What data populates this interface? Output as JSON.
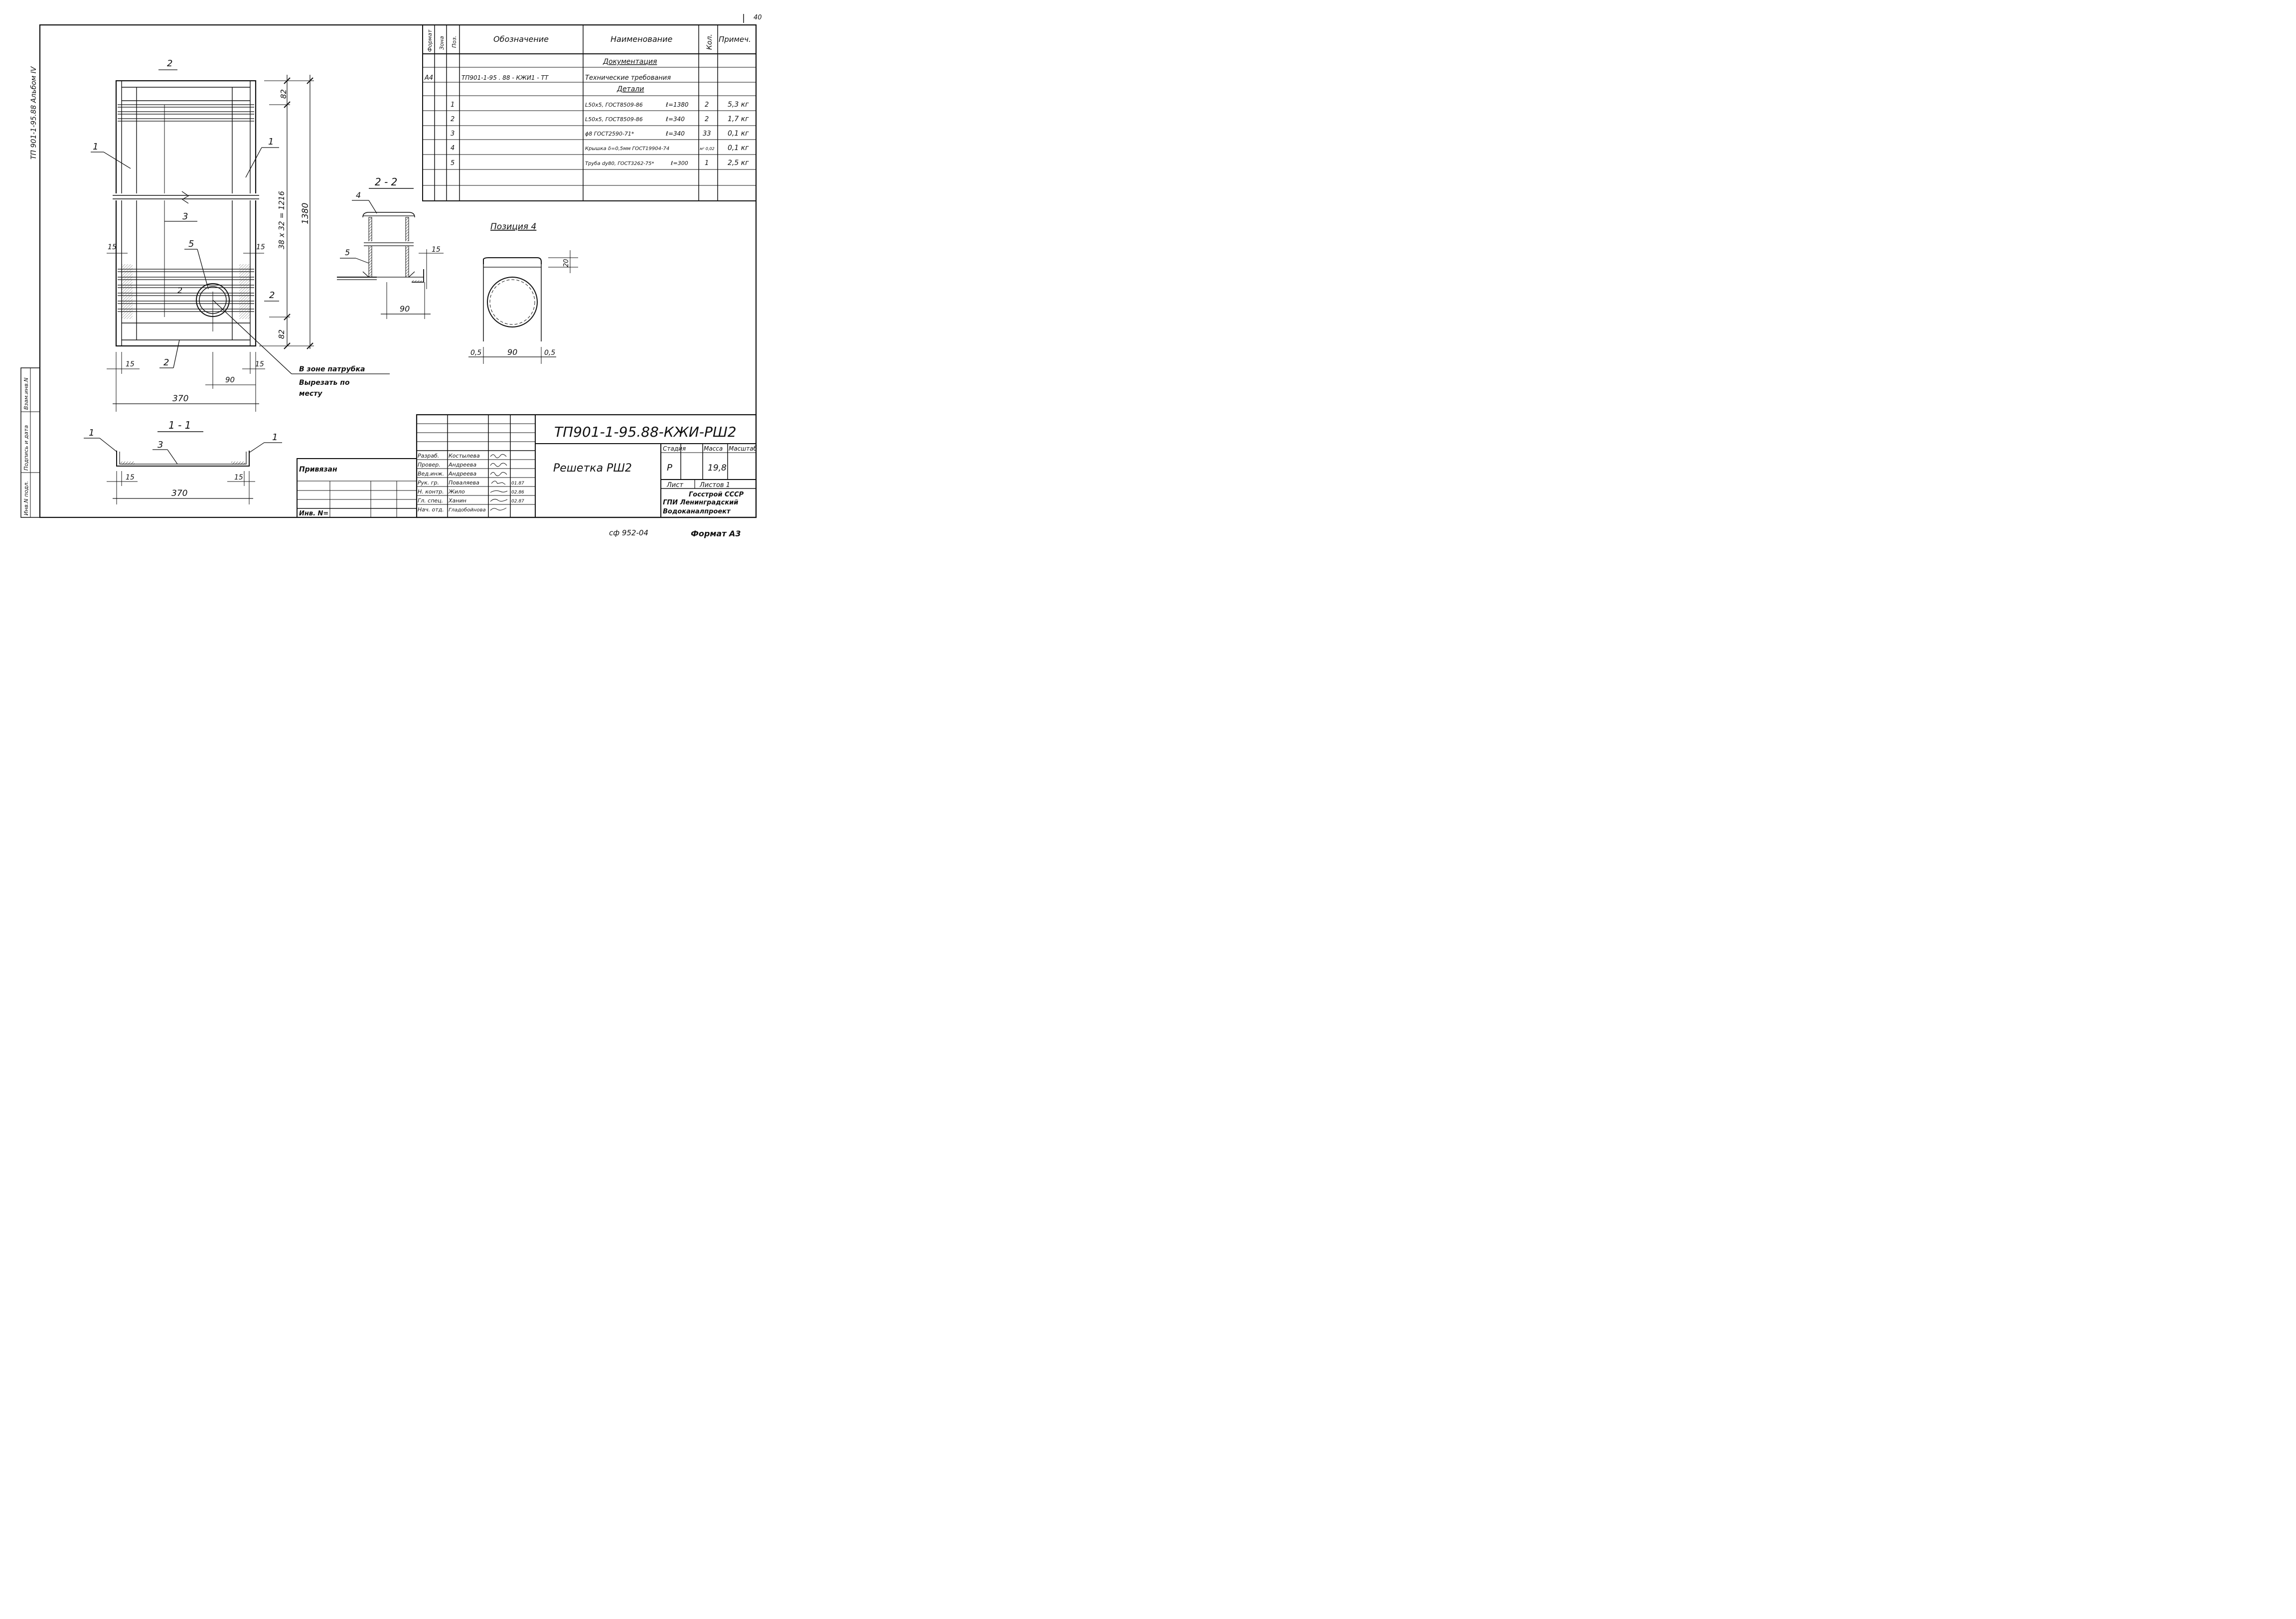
{
  "page_number": "40",
  "side_label": "ТП 901-1-95.88 Альбом IV",
  "spec_table": {
    "headers": [
      "Формат",
      "Зона",
      "Поз.",
      "Обозначение",
      "Наименование",
      "Кол.",
      "Примеч."
    ],
    "section_doc": "Документация",
    "doc_row": {
      "format": "А4",
      "designation": "ТП901-1-95 . 88 - КЖИ1 - ТТ",
      "name": "Технические требования"
    },
    "section_parts": "Детали",
    "rows": [
      {
        "pos": "1",
        "name": "L50x5, ГОСТ8509-86",
        "len": "ℓ=1380",
        "qty": "2",
        "note": "5,3 кг"
      },
      {
        "pos": "2",
        "name": "L50x5, ГОСТ8509-86",
        "len": "ℓ=340",
        "qty": "2",
        "note": "1,7 кг"
      },
      {
        "pos": "3",
        "name": "ϕ8 ГОСТ2590-71*",
        "len": "ℓ=340",
        "qty": "33",
        "note": "0,1 кг"
      },
      {
        "pos": "4",
        "name": "Крышка δ=0,5мм ГОСТ19904-74",
        "len": "",
        "qty": "м² 0,02",
        "note": "0,1 кг"
      },
      {
        "pos": "5",
        "name": "Труба dy80, ГОСТ3262-75*",
        "len": "ℓ=300",
        "qty": "1",
        "note": "2,5 кг"
      }
    ]
  },
  "plan_view": {
    "callouts": [
      "2",
      "1",
      "1",
      "3",
      "5",
      "2",
      "2",
      "2"
    ],
    "dims": {
      "d82_top": "82",
      "d_mid": "38 x 32 = 1216",
      "d_total": "1380",
      "d82_bot": "82",
      "d15a": "15",
      "d15b": "15",
      "d15c": "15",
      "d15d": "15",
      "d90": "90",
      "d370": "370"
    },
    "note_lines": [
      "В зоне патрубка",
      "Вырезать по",
      "месту"
    ]
  },
  "section_11": {
    "title": "1 - 1",
    "labels": [
      "1",
      "3",
      "1"
    ],
    "d15a": "15",
    "d15b": "15",
    "d370": "370"
  },
  "section_22": {
    "title": "2 - 2",
    "labels": [
      "4",
      "5"
    ],
    "d15": "15",
    "d90": "90"
  },
  "position4": {
    "title": "Позиция 4",
    "d20": "20",
    "d05a": "0,5",
    "d90": "90",
    "d05b": "0,5"
  },
  "left_stamp": [
    "Взам.инв.N",
    "Подпись и дата",
    "Инв.N подл."
  ],
  "title_block": {
    "code": "ТП901-1-95.88-КЖИ-РШ2",
    "name": "Решетка РШ2",
    "stage_label": "Стадия",
    "mass_label": "Масса",
    "scale_label": "Масштаб",
    "stage": "Р",
    "mass": "19,8",
    "sheet_label": "Лист",
    "sheets_label": "Листов 1",
    "org_lines": [
      "Госстрой СССР",
      "ГПИ Ленинградский",
      "Водоканалпроект"
    ],
    "privyazan": "Привязан",
    "inv_no": "Инв. N=",
    "roles": [
      {
        "role": "Разраб.",
        "person": "Костылева",
        "date": ""
      },
      {
        "role": "Провер.",
        "person": "Андреева",
        "date": ""
      },
      {
        "role": "Вед.инж.",
        "person": "Андреева",
        "date": ""
      },
      {
        "role": "Рук. гр.",
        "person": "Поваляева",
        "date": "01.87"
      },
      {
        "role": "Н. контр.",
        "person": "Жило",
        "date": "02.86"
      },
      {
        "role": "Гл. спец.",
        "person": "Ханин",
        "date": "02.87"
      },
      {
        "role": "Нач. отд.",
        "person": "Гладобойнова",
        "date": ""
      }
    ]
  },
  "footer_code": "сф 952-04",
  "format": "Формат А3"
}
